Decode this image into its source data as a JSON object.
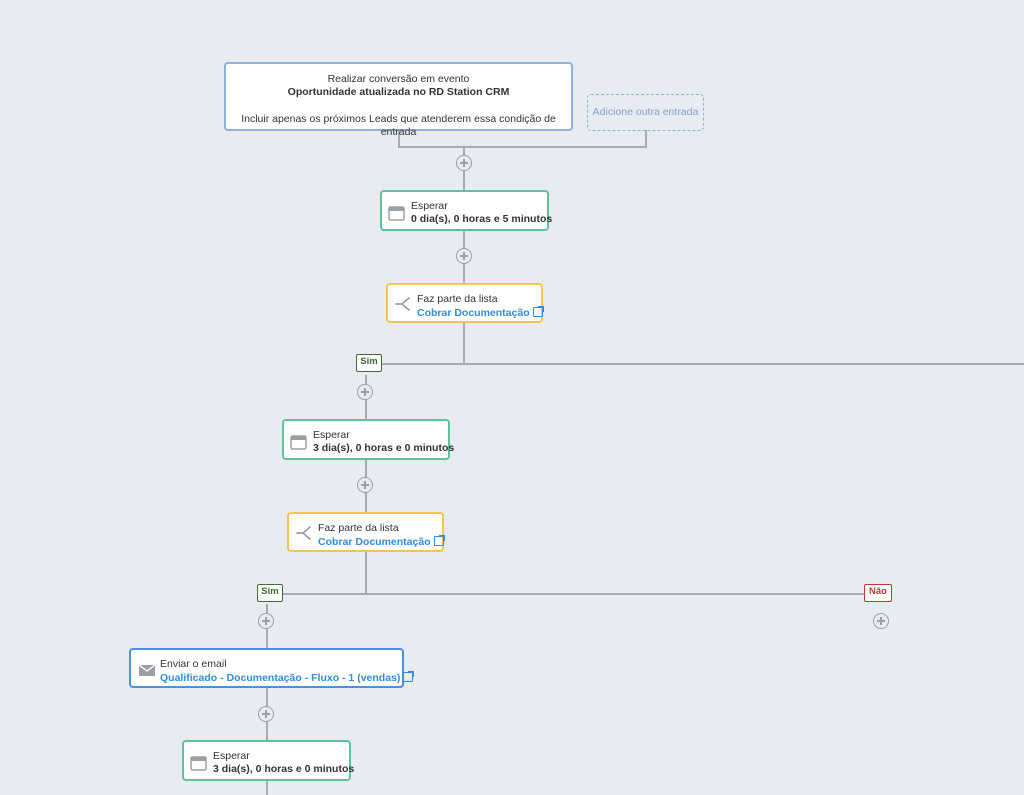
{
  "entry": {
    "line1": "Realizar conversão em evento",
    "line2": "Oportunidade atualizada no RD Station CRM",
    "line3": "Incluir apenas os próximos Leads que atenderem essa condição de entrada"
  },
  "add_entry_label": "Adicione outra entrada",
  "wait_1": {
    "label": "Esperar",
    "value": "0 dia(s), 0 horas e 5 minutos"
  },
  "cond_1": {
    "label": "Faz parte da lista",
    "link": "Cobrar Documentação"
  },
  "branch_1": {
    "yes": "Sim"
  },
  "wait_2": {
    "label": "Esperar",
    "value": "3 dia(s), 0 horas e 0 minutos"
  },
  "cond_2": {
    "label": "Faz parte da lista",
    "link": "Cobrar Documentação"
  },
  "branch_2": {
    "yes": "Sim",
    "no": "Não"
  },
  "email_1": {
    "label": "Enviar o email",
    "link": "Qualificado - Documentação - Fluxo - 1 (vendas)"
  },
  "wait_3": {
    "label": "Esperar",
    "value": "3 dia(s), 0 horas e 0 minutos"
  },
  "colors": {
    "canvas": "#e8ebf0",
    "entry_border": "#8fb3d9",
    "wait_border": "#5fc29a",
    "condition_border": "#f5c451",
    "email_border": "#4a8fe0",
    "link": "#2f8ee0",
    "yes": "#3d6b35",
    "no": "#c0392b"
  },
  "icons": [
    "calendar-icon",
    "branch-icon",
    "email-icon",
    "external-link-icon",
    "plus-icon"
  ]
}
